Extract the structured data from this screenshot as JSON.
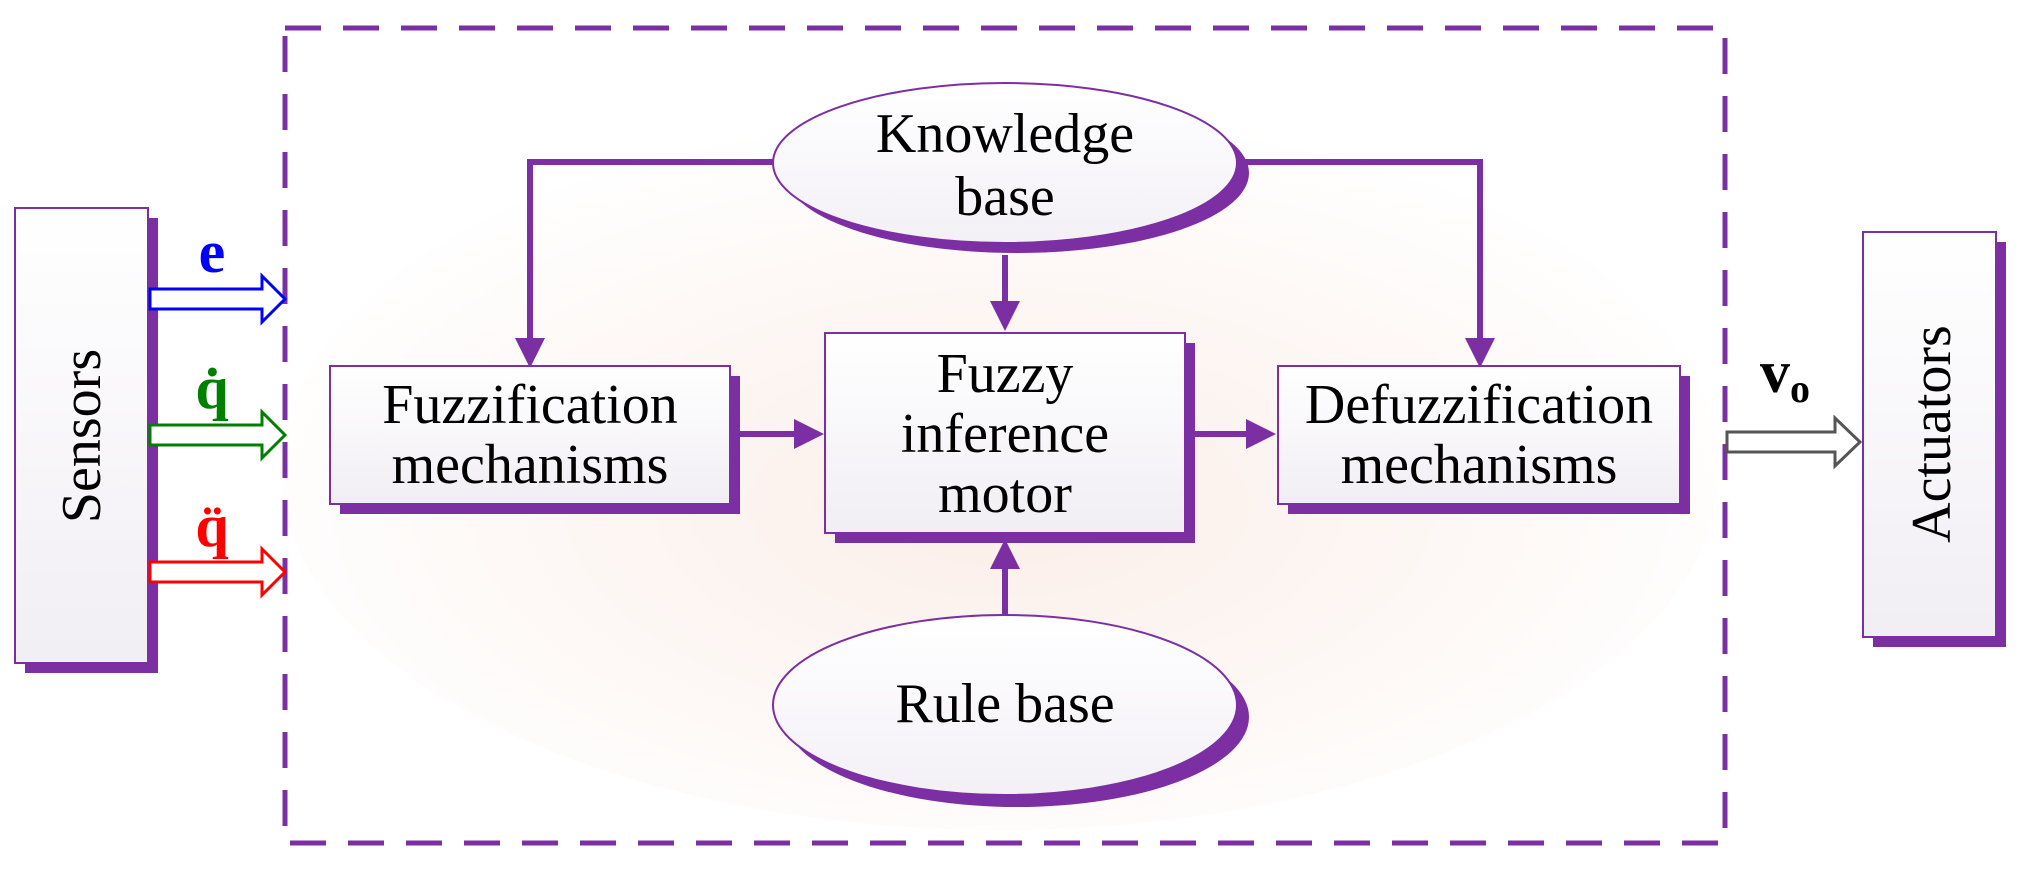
{
  "colors": {
    "accent": "#7b2fa3",
    "signal_e": "#0000ff",
    "signal_qdot": "#008000",
    "signal_qddot": "#ff0000",
    "output": "#555555"
  },
  "sensors": {
    "label": "Sensors"
  },
  "actuators": {
    "label": "Actuators"
  },
  "signals": {
    "e": "e",
    "qdot": "q̇",
    "qddot": "q̈",
    "output_main": "v",
    "output_sub": "o"
  },
  "knowledge_base": {
    "line1": "Knowledge",
    "line2": "base"
  },
  "rule_base": {
    "label": "Rule base"
  },
  "fuzzification": {
    "line1": "Fuzzification",
    "line2": "mechanisms"
  },
  "inference": {
    "line1": "Fuzzy",
    "line2": "inference",
    "line3": "motor"
  },
  "defuzzification": {
    "line1": "Defuzzification",
    "line2": "mechanisms"
  }
}
